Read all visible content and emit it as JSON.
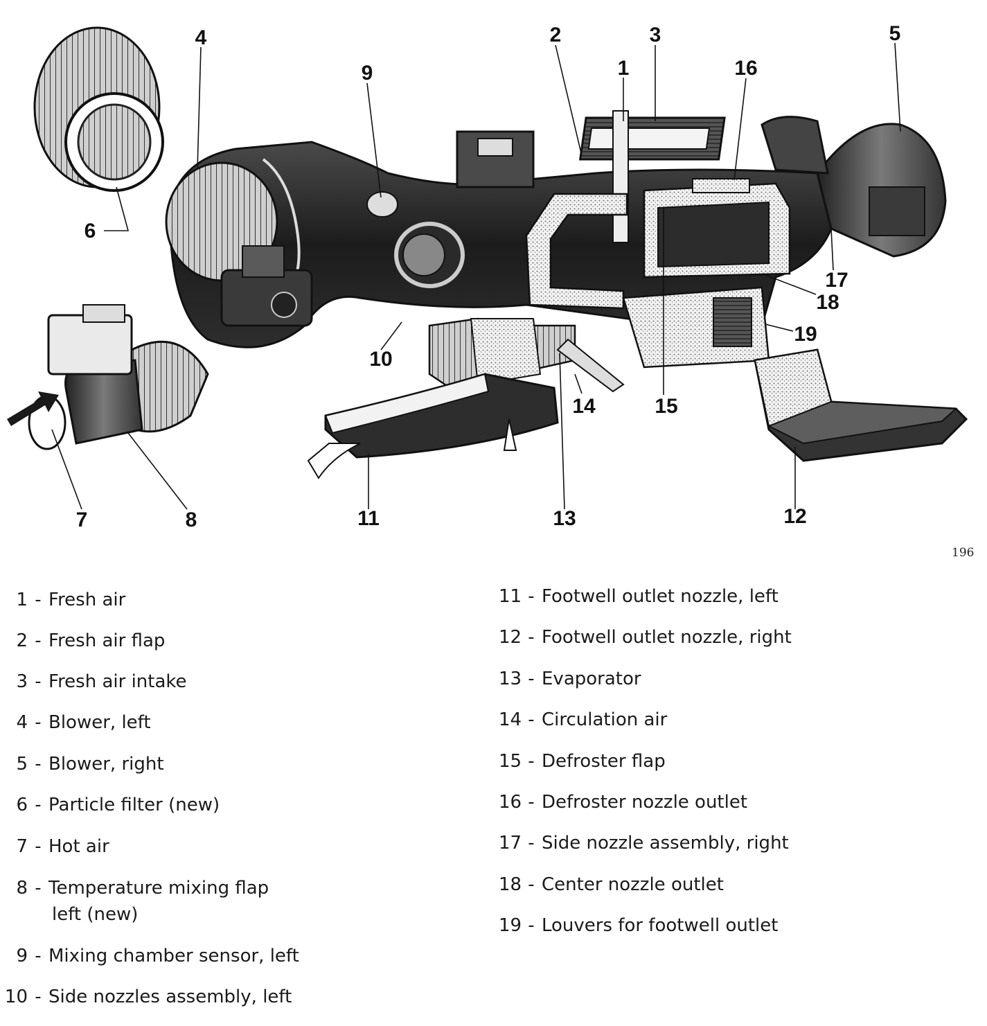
{
  "figure_number": "196",
  "callouts": [
    "1",
    "2",
    "3",
    "4",
    "5",
    "6",
    "7",
    "8",
    "9",
    "10",
    "11",
    "12",
    "13",
    "14",
    "15",
    "16",
    "17",
    "18",
    "19"
  ],
  "legend_left": [
    {
      "num": "1",
      "label": "Fresh air"
    },
    {
      "num": "2",
      "label": "Fresh air flap"
    },
    {
      "num": "3",
      "label": "Fresh air intake"
    },
    {
      "num": "4",
      "label": "Blower, left"
    },
    {
      "num": "5",
      "label": "Blower, right"
    },
    {
      "num": "6",
      "label": "Particle filter (new)"
    },
    {
      "num": "7",
      "label": "Hot air"
    },
    {
      "num": "8",
      "label": "Temperature mixing flap",
      "label_cont": "left (new)"
    },
    {
      "num": "9",
      "label": "Mixing chamber sensor, left"
    },
    {
      "num": "10",
      "label": "Side nozzles assembly, left"
    }
  ],
  "legend_right": [
    {
      "num": "11",
      "label": "Footwell outlet nozzle, left"
    },
    {
      "num": "12",
      "label": "Footwell outlet nozzle, right"
    },
    {
      "num": "13",
      "label": "Evaporator"
    },
    {
      "num": "14",
      "label": "Circulation air"
    },
    {
      "num": "15",
      "label": "Defroster flap"
    },
    {
      "num": "16",
      "label": "Defroster nozzle outlet"
    },
    {
      "num": "17",
      "label": "Side nozzle assembly, right"
    },
    {
      "num": "18",
      "label": "Center nozzle outlet"
    },
    {
      "num": "19",
      "label": "Louvers for footwell outlet"
    }
  ]
}
